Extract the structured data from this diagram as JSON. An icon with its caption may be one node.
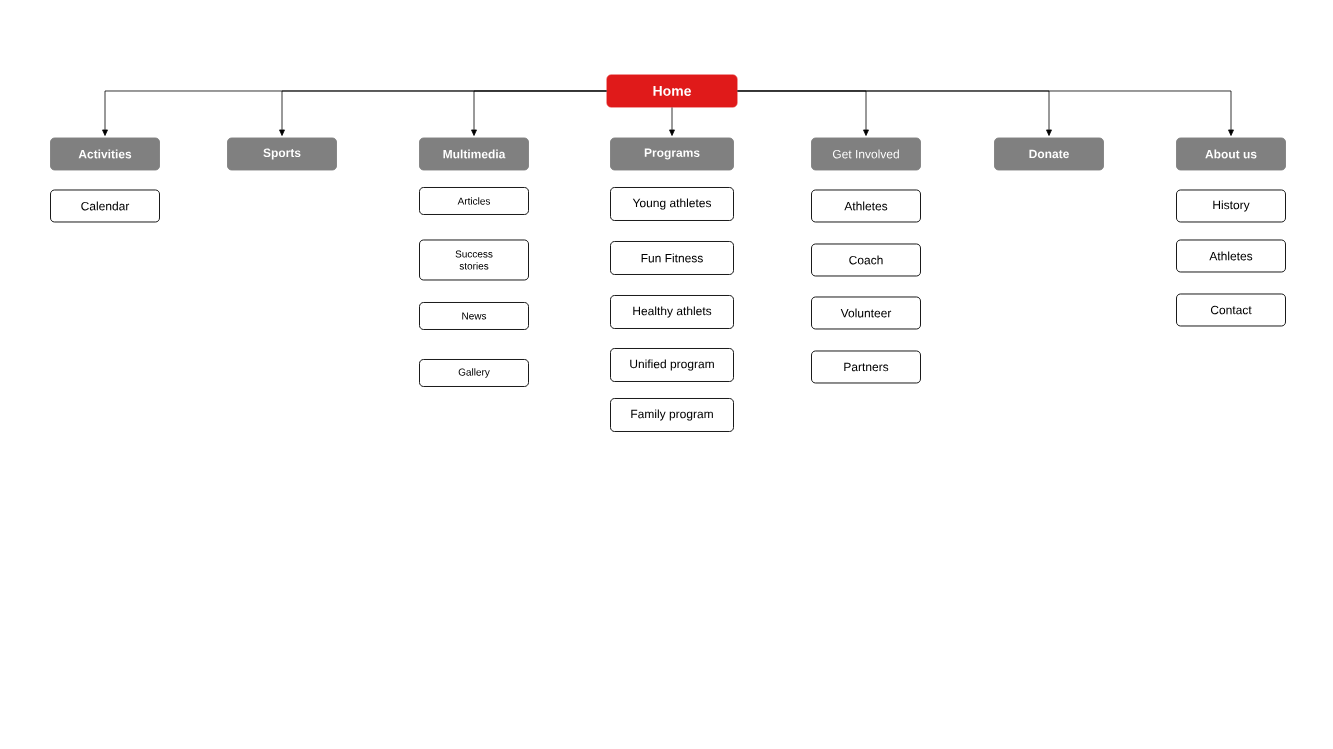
{
  "diagram": {
    "nodes": [
      {
        "text": [
          "Home"
        ]
      },
      {
        "text": [
          "Activities"
        ]
      },
      {
        "text": [
          "Sports"
        ]
      },
      {
        "text": [
          "Multimedia"
        ]
      },
      {
        "text": [
          "Programs"
        ]
      },
      {
        "text": [
          "Get Involved"
        ]
      },
      {
        "text": [
          "Donate"
        ]
      },
      {
        "text": [
          "About us"
        ]
      },
      {
        "text": [
          "Calendar"
        ]
      },
      {
        "text": [
          "Articles"
        ]
      },
      {
        "text": [
          "Success stories"
        ]
      },
      {
        "text": [
          "News"
        ]
      },
      {
        "text": [
          "Gallery"
        ]
      },
      {
        "text": [
          "Young athletes"
        ]
      },
      {
        "text": [
          "Fun Fitness"
        ]
      },
      {
        "text": [
          "Healthy athlets"
        ]
      },
      {
        "text": [
          "Unified program"
        ]
      },
      {
        "text": [
          "Family program"
        ]
      },
      {
        "text": [
          "Athletes"
        ]
      },
      {
        "text": [
          "Coach"
        ]
      },
      {
        "text": [
          "Volunteer"
        ]
      },
      {
        "text": [
          "Partners"
        ]
      },
      {
        "text": [
          "History"
        ]
      },
      {
        "text": [
          "Athletes"
        ]
      },
      {
        "text": [
          "Contact"
        ]
      }
    ],
    "edges": [
      {
        "from": 0,
        "to": 1,
        "arrow": "to"
      },
      {
        "from": 0,
        "to": 2,
        "arrow": "to"
      },
      {
        "from": 0,
        "to": 3,
        "arrow": "to"
      },
      {
        "from": 0,
        "to": 4,
        "arrow": "to"
      },
      {
        "from": 0,
        "to": 5,
        "arrow": "to"
      },
      {
        "from": 0,
        "to": 6,
        "arrow": "to"
      },
      {
        "from": 0,
        "to": 7,
        "arrow": "to"
      }
    ]
  }
}
